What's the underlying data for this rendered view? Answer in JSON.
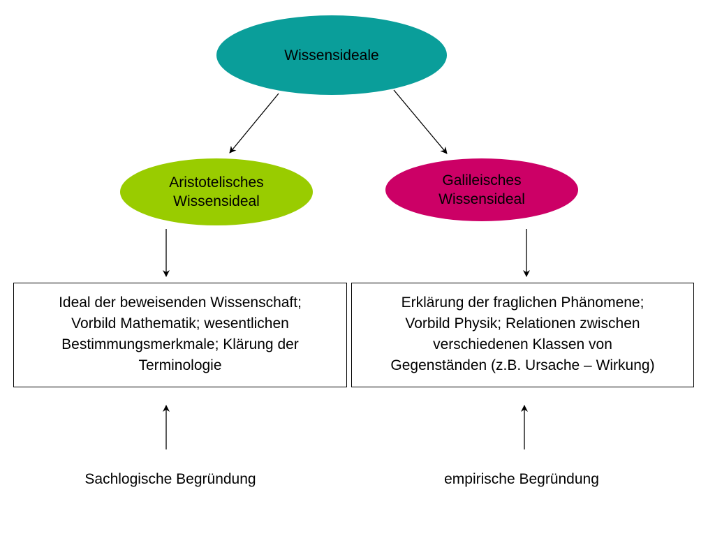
{
  "root": {
    "label": "Wissensideale",
    "color": "#0a9e9a"
  },
  "aristotle": {
    "line1": "Aristotelisches",
    "line2": "Wissensideal",
    "color": "#99cc00"
  },
  "galilei": {
    "line1": "Galileisches",
    "line2": "Wissensideal",
    "color": "#cc0066"
  },
  "left_box": {
    "lines": [
      "Ideal der beweisenden Wissenschaft;",
      "Vorbild Mathematik; wesentlichen",
      "Bestimmungsmerkmale; Klärung der",
      "Terminologie"
    ]
  },
  "right_box": {
    "lines": [
      "Erklärung der fraglichen Phänomene;",
      "Vorbild Physik; Relationen zwischen",
      "verschiedenen Klassen von",
      "Gegenständen (z.B. Ursache – Wirkung)"
    ]
  },
  "captions": {
    "left": "Sachlogische Begründung",
    "right": "empirische Begründung"
  }
}
